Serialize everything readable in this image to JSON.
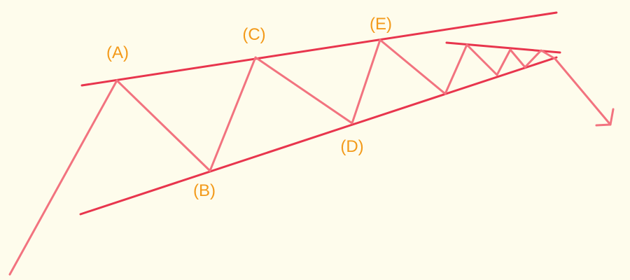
{
  "colors": {
    "background": "#fefcec",
    "trendline": "#e8354d",
    "price_path": "#f2737f",
    "label": "#f39a1a"
  },
  "labels": {
    "A": "(A)",
    "B": "(B)",
    "C": "(C)",
    "D": "(D)",
    "E": "(E)"
  }
}
